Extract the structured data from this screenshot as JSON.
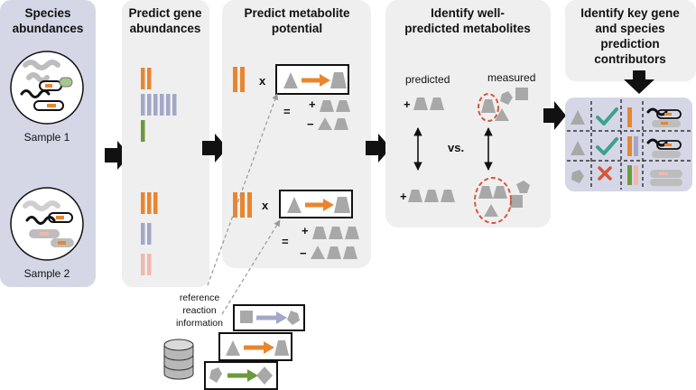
{
  "panels": {
    "species_abundances": {
      "title_line1": "Species",
      "title_line2": "abundances",
      "sample1": "Sample 1",
      "sample2": "Sample 2"
    },
    "predict_gene": {
      "title_line1": "Predict gene",
      "title_line2": "abundances"
    },
    "predict_metabolite": {
      "title_line1": "Predict metabolite",
      "title_line2": "potential"
    },
    "identify_metabolites": {
      "title_line1": "Identify well-",
      "title_line2": "predicted metabolites",
      "predicted": "predicted",
      "measured": "measured",
      "vs": "vs."
    },
    "identify_contributors": {
      "title_line1": "Identify key gene",
      "title_line2": "and species",
      "title_line3": "prediction",
      "title_line4": "contributors"
    }
  },
  "reference": {
    "line1": "reference",
    "line2": "reaction",
    "line3": "information"
  },
  "symbols": {
    "times": "x",
    "equals": "=",
    "plus": "+",
    "minus": "−"
  },
  "colors": {
    "orange": "#E8862F",
    "lavender": "#A3A8C8",
    "green": "#6E9A3C",
    "pink": "#F0B9AE",
    "gray": "#A8A8A8",
    "panel_blue": "#D5D7E6",
    "panel_gray": "#EFEFEF",
    "check": "#3FA08C",
    "cross": "#D8553A"
  }
}
